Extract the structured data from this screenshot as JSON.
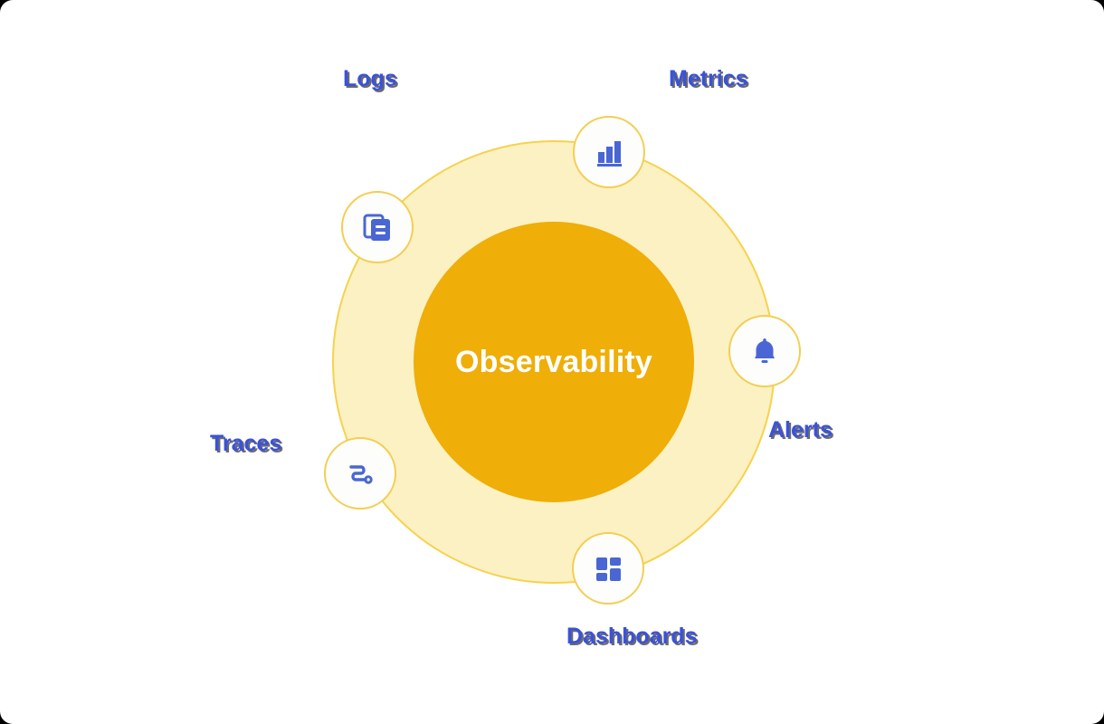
{
  "diagram": {
    "title": "Observability",
    "core": {
      "label": "Observability",
      "fill_color": "#EFAE08",
      "text_color": "#FFFFFF"
    },
    "ring": {
      "fill_color": "#FBF1C2",
      "border_color": "#F6D24E"
    },
    "node_style": {
      "fill_color": "#FDFDFB",
      "border_color": "#F3CE52",
      "icon_color": "#4A66D4"
    },
    "label_style": {
      "text_color": "#3A52DB",
      "shadow_color": "#6B6B6B"
    },
    "nodes": [
      {
        "id": "logs",
        "label": "Logs",
        "icon": "documents-icon",
        "position": "top-left"
      },
      {
        "id": "metrics",
        "label": "Metrics",
        "icon": "bar-chart-icon",
        "position": "top-right"
      },
      {
        "id": "alerts",
        "label": "Alerts",
        "icon": "bell-icon",
        "position": "right"
      },
      {
        "id": "dashboards",
        "label": "Dashboards",
        "icon": "grid-icon",
        "position": "bottom"
      },
      {
        "id": "traces",
        "label": "Traces",
        "icon": "route-icon",
        "position": "left"
      }
    ]
  }
}
